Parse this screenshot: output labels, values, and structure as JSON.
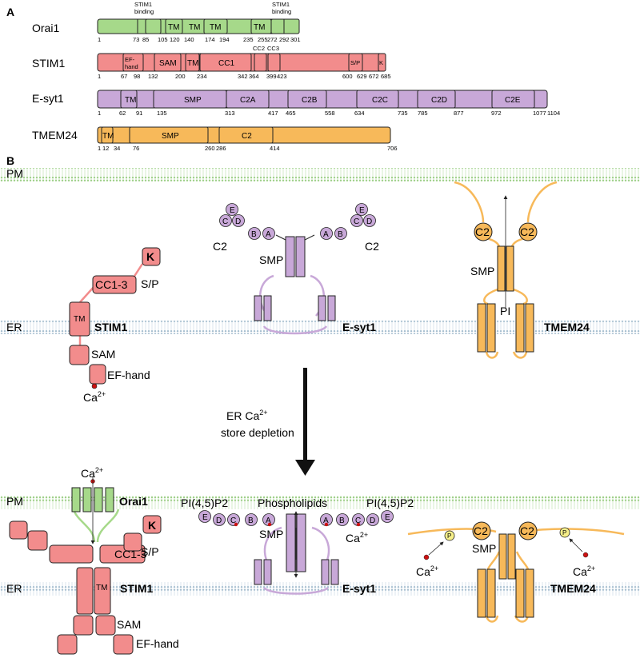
{
  "colors": {
    "orai": "#a6d98a",
    "stim": "#f28c8c",
    "esyt": "#c8a8d8",
    "tmem": "#f7b95a",
    "membrane": "#b4d8a0",
    "er_membrane": "#b9ccd9",
    "calcium": "#cc1111",
    "stroke": "#222222"
  },
  "panel_a": {
    "label": "A",
    "proteins": [
      {
        "name": "Orai1",
        "above": [
          {
            "text": "STIM1",
            "text2": "binding"
          },
          {
            "text": "STIM1",
            "text2": "binding"
          }
        ],
        "domains": [
          "TM",
          "TM",
          "TM",
          "TM"
        ],
        "numbers": [
          "1",
          "73",
          "85",
          "105",
          "120",
          "140",
          "174",
          "194",
          "235",
          "255",
          "272",
          "292",
          "301"
        ]
      },
      {
        "name": "STIM1",
        "above": [
          {
            "text": "CC2"
          },
          {
            "text": "CC3"
          }
        ],
        "domains": [
          "EF-",
          "hand",
          "SAM",
          "TM",
          "CC1",
          "S/P",
          "K"
        ],
        "numbers": [
          "1",
          "67",
          "98",
          "132",
          "200",
          "234",
          "342",
          "364",
          "399",
          "423",
          "600",
          "629",
          "672",
          "685"
        ]
      },
      {
        "name": "E-syt1",
        "above": [],
        "domains": [
          "TM",
          "SMP",
          "C2A",
          "C2B",
          "C2C",
          "C2D",
          "C2E"
        ],
        "numbers": [
          "1",
          "62",
          "91",
          "135",
          "313",
          "417",
          "465",
          "558",
          "634",
          "735",
          "785",
          "877",
          "972",
          "1077",
          "1104"
        ]
      },
      {
        "name": "TMEM24",
        "above": [],
        "domains": [
          "TM",
          "SMP",
          "C2"
        ],
        "numbers": [
          "1",
          "12",
          "34",
          "76",
          "260",
          "286",
          "414",
          "706"
        ]
      }
    ]
  },
  "panel_b": {
    "label": "B",
    "membranes": {
      "pm": "PM",
      "er": "ER"
    },
    "top": {
      "stim1": {
        "name": "STIM1",
        "k": "K",
        "cc": "CC1-3",
        "sp": "S/P",
        "tm": "TM",
        "sam": "SAM",
        "ef": "EF-hand",
        "ca": "Ca",
        "sup": "2+"
      },
      "esyt1": {
        "name": "E-syt1",
        "c2": "C2",
        "smp": "SMP",
        "domain_letters": [
          "E",
          "C",
          "D",
          "B",
          "A"
        ]
      },
      "tmem24": {
        "name": "TMEM24",
        "c2": "C2",
        "smp": "SMP",
        "pi": "PI"
      }
    },
    "arrow_text": {
      "line1": "ER Ca",
      "sup": "2+",
      "line2": "store depletion"
    },
    "bottom": {
      "orai1": {
        "name": "Orai1",
        "ca": "Ca",
        "sup": "2+"
      },
      "stim1": {
        "name": "STIM1",
        "k": "K",
        "cc": "CC1-3",
        "sp": "S/P",
        "tm": "TM",
        "sam": "SAM",
        "ef": "EF-hand"
      },
      "esyt1": {
        "name": "E-syt1",
        "smp": "SMP",
        "pip2": "PI(4,5)P2",
        "phospholipids": "Phospholipids",
        "ca": "Ca",
        "sup": "2+"
      },
      "tmem24": {
        "name": "TMEM24",
        "c2": "C2",
        "smp": "SMP",
        "p": "P",
        "ca": "Ca",
        "sup": "2+"
      }
    }
  }
}
